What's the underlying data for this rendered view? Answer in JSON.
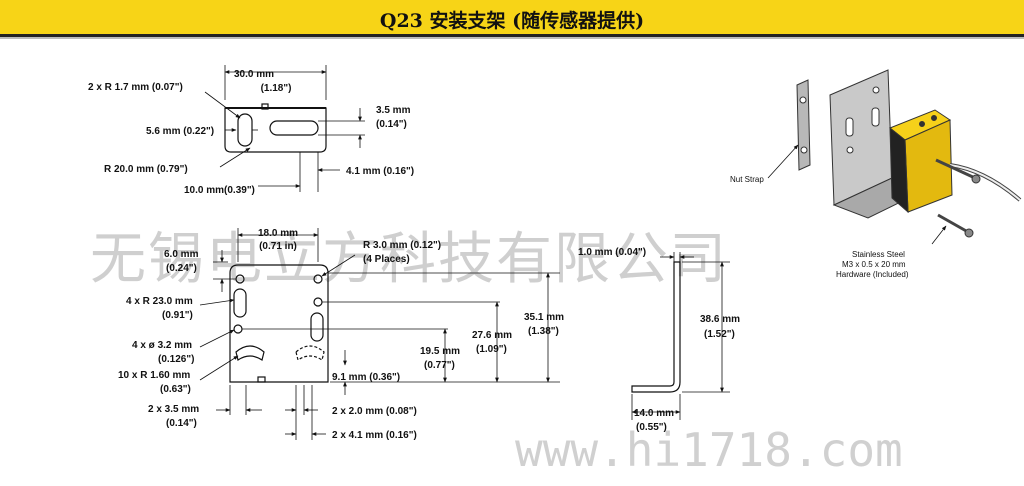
{
  "header": {
    "title": "Q23 安装支架 (随传感器提供)"
  },
  "watermark": {
    "company": "无锡电立方科技有限公司",
    "url": "www.hi1718.com"
  },
  "top_view": {
    "slot_radius": "2 x R 1.7 mm (0.07\")",
    "width": "30.0 mm",
    "width_in": "(1.18\")",
    "slot_h": "3.5 mm",
    "slot_h_in": "(0.14\")",
    "slot_w": "5.6 mm (0.22\")",
    "arc_radius": "R 20.0 mm (0.79\")",
    "offset_a": "10.0 mm(0.39\")",
    "offset_b": "4.1 mm (0.16\")"
  },
  "front_view": {
    "hole_spacing": "18.0 mm",
    "hole_spacing_in": "(0.71 in)",
    "corner_r": "R 3.0 mm (0.12\")",
    "corner_r_note": "(4 Places)",
    "edge": "6.0 mm",
    "edge_in": "(0.24\")",
    "arc_r": "4 x R 23.0 mm",
    "arc_r_in": "(0.91\")",
    "hole_d": "4 x ø 3.2 mm",
    "hole_d_in": "(0.126\")",
    "small_r": "10 x R 1.60 mm",
    "small_r_in": "(0.63\")",
    "h1": "19.5 mm",
    "h1_in": "(0.77\")",
    "h2": "27.6 mm",
    "h2_in": "(1.09\")",
    "h3": "35.1 mm",
    "h3_in": "(1.38\")",
    "d1": "9.1 mm (0.36\")",
    "bottom_a": "2 x 3.5 mm",
    "bottom_a_in": "(0.14\")",
    "bottom_b": "2 x 2.0 mm (0.08\")",
    "bottom_c": "2 x 4.1 mm (0.16\")"
  },
  "side_view": {
    "thickness": "1.0 mm (0.04\")",
    "height": "38.6 mm",
    "height_in": "(1.52\")",
    "foot": "14.0 mm",
    "foot_in": "(0.55\")"
  },
  "iso_view": {
    "nut_strap": "Nut Strap",
    "hw_1": "Stainless Steel",
    "hw_2": "M3 x 0.5 x 20 mm",
    "hw_3": "Hardware (Included)"
  }
}
